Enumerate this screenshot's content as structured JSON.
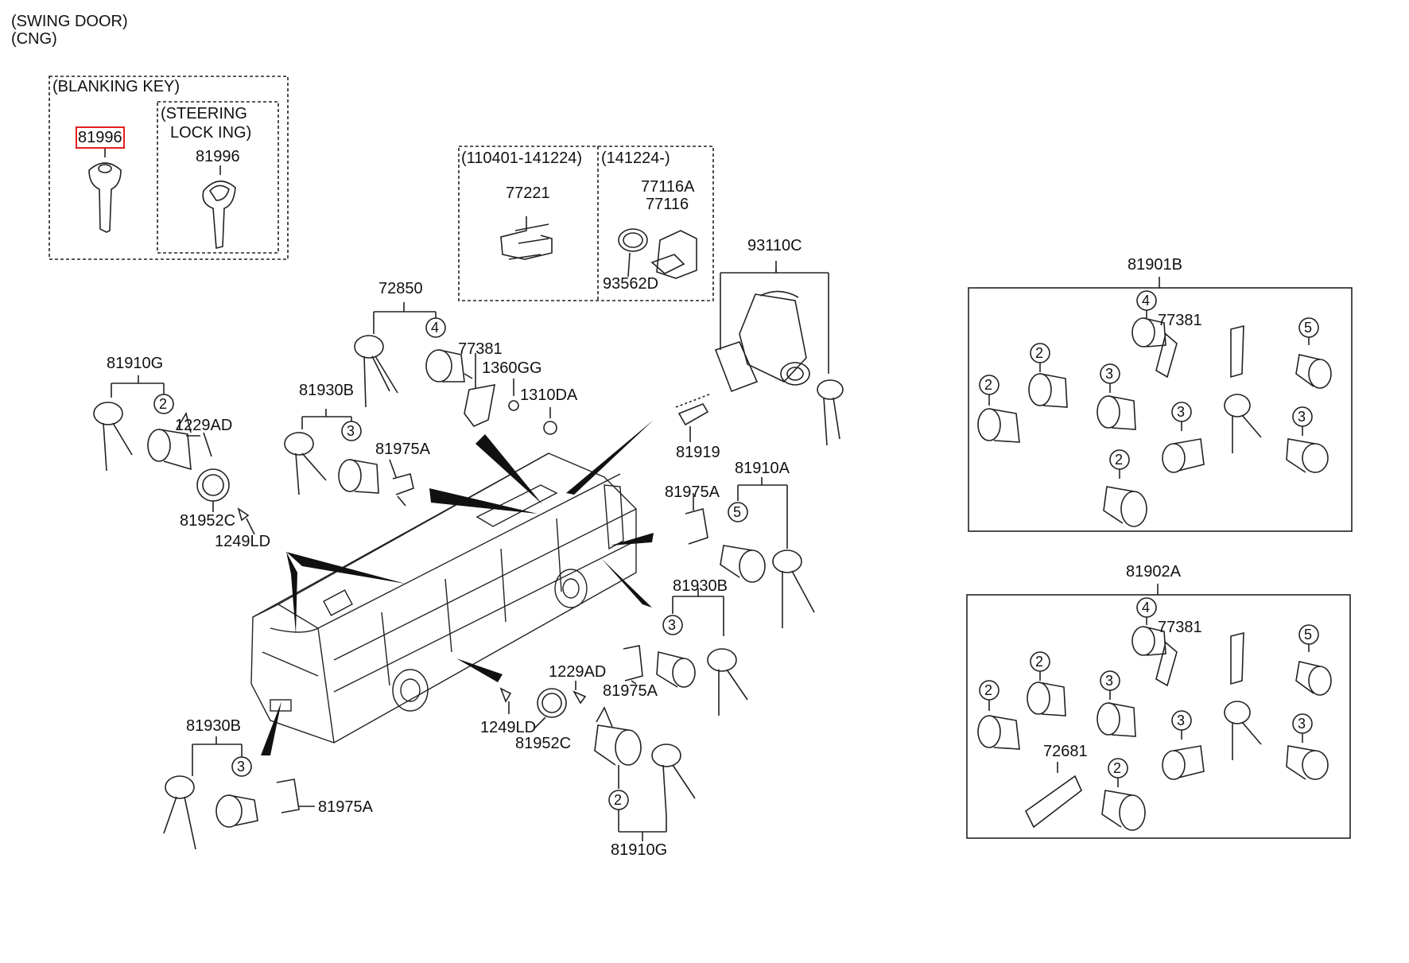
{
  "header": {
    "line1": "(SWING DOOR)",
    "line2": "(CNG)"
  },
  "blanking_box": {
    "title": "(BLANKING KEY)",
    "key_part": "81996",
    "steering_title_1": "(STEERING",
    "steering_title_2": "LOCK  ING)",
    "steering_part": "81996"
  },
  "date_box": {
    "range1": "(110401-141224)",
    "range2": "(141224-)",
    "part_77221": "77221",
    "part_77116A": "77116A",
    "part_77116": "77116",
    "part_93562D": "93562D"
  },
  "parts": {
    "p72850": "72850",
    "p77381": "77381",
    "p1360GG": "1360GG",
    "p1310DA": "1310DA",
    "p93110C": "93110C",
    "p81919": "81919",
    "p81910G_top": "81910G",
    "p1229AD_left": "1229AD",
    "p81930B_top": "81930B",
    "p81975A_a": "81975A",
    "p81952C_left": "81952C",
    "p1249LD_left": "1249LD",
    "p81975A_b": "81975A",
    "p81910A": "81910A",
    "p81930B_mid": "81930B",
    "p1229AD_mid": "1229AD",
    "p81975A_c": "81975A",
    "p1249LD_mid": "1249LD",
    "p81952C_mid": "81952C",
    "p81910G_bot": "81910G",
    "p81930B_bot": "81930B",
    "p81975A_d": "81975A"
  },
  "kit1": {
    "title": "81901B",
    "p77381": "77381",
    "c4": "4",
    "c5": "5",
    "c2a": "2",
    "c2b": "2",
    "c3a": "3",
    "c3b": "3",
    "c3c": "3",
    "c2c": "2"
  },
  "kit2": {
    "title": "81902A",
    "p77381": "77381",
    "p72681": "72681",
    "c4": "4",
    "c5": "5",
    "c2a": "2",
    "c2b": "2",
    "c3a": "3",
    "c3b": "3",
    "c3c": "3",
    "c2c": "2"
  },
  "callouts": {
    "c4_72850": "4",
    "c2_81910G": "2",
    "c3_81930B": "3",
    "c5_81910A": "5",
    "c3_81930Bmid": "3",
    "c2_81910Gbot": "2",
    "c3_81930Bbot": "3"
  }
}
